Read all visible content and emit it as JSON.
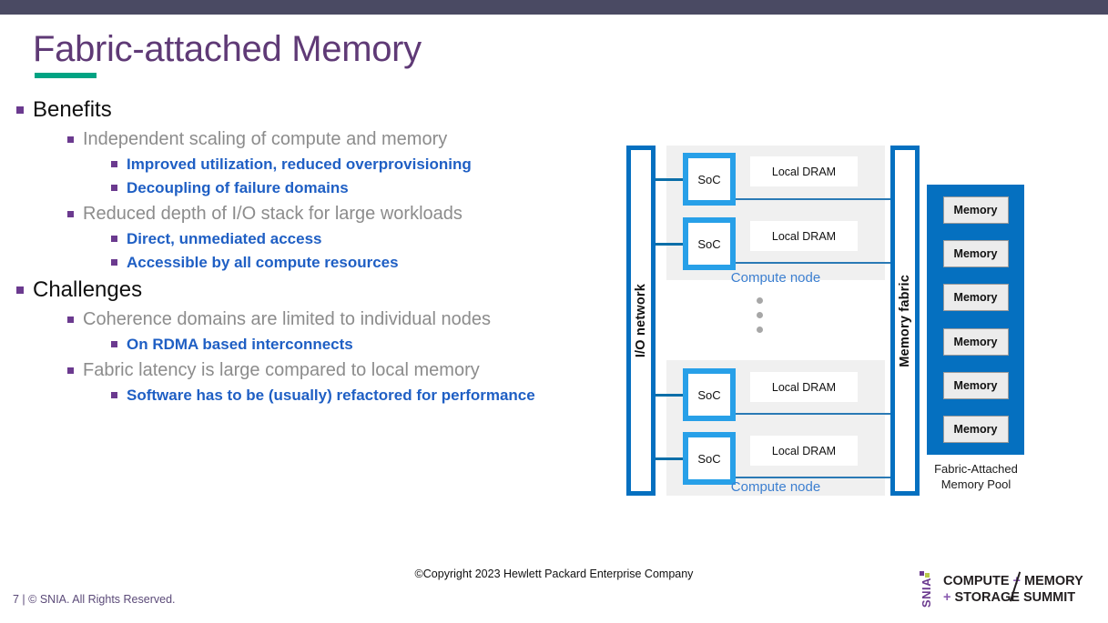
{
  "slide": {
    "title": "Fabric-attached Memory",
    "accent_title_color": "#5f3a76",
    "accent_rule_color": "#00a383",
    "topbar_color": "#4a4a63"
  },
  "content": [
    {
      "level": 1,
      "text": "Benefits"
    },
    {
      "level": 2,
      "text": "Independent scaling of compute and memory"
    },
    {
      "level": 3,
      "text": "Improved utilization, reduced overprovisioning"
    },
    {
      "level": 3,
      "text": "Decoupling of failure domains"
    },
    {
      "level": 2,
      "text": "Reduced depth of I/O stack for large workloads"
    },
    {
      "level": 3,
      "text": "Direct, unmediated access"
    },
    {
      "level": 3,
      "text": "Accessible by all compute resources"
    },
    {
      "level": 1,
      "text": "Challenges"
    },
    {
      "level": 2,
      "text": "Coherence domains are limited to individual nodes"
    },
    {
      "level": 3,
      "text": "On RDMA based interconnects"
    },
    {
      "level": 2,
      "text": "Fabric latency is large compared to local memory"
    },
    {
      "level": 3,
      "text": "Software has to be (usually) refactored for performance"
    }
  ],
  "diagram": {
    "io_network_label": "I/O network",
    "memory_fabric_label": "Memory fabric",
    "node_label": "Compute node",
    "soc_label": "SoC",
    "dram_label": "Local DRAM",
    "memory_label": "Memory",
    "memory_block_count": 6,
    "pool_caption": "Fabric-Attached Memory Pool",
    "colors": {
      "fabric_blue": "#0570c0",
      "soc_border": "#28a0e8",
      "node_bg": "#f0f0f0",
      "node_label": "#3c7fd0",
      "link": "#2a7ab5"
    }
  },
  "footer": {
    "copyright": "©Copyright 2023 Hewlett Packard Enterprise Company",
    "page_note": "7 | © SNIA. All Rights Reserved.",
    "logo": {
      "mark": "SNIA",
      "line1_a": "COMPUTE ",
      "line1_plus": "+",
      "line1_b": " MEMORY",
      "line2_plus": "+",
      "line2_b": " STORAGE SUMMIT"
    }
  }
}
